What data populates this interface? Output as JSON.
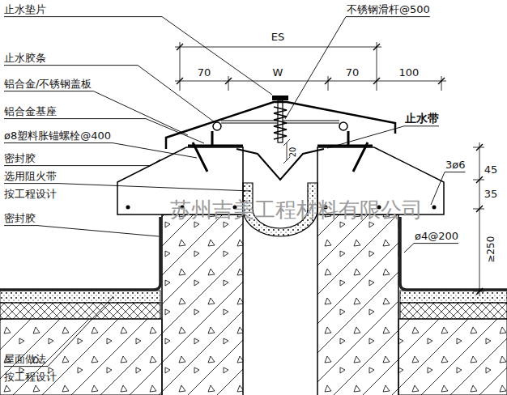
{
  "diagram": {
    "labels": [
      "止水垫片",
      "不锈钢滑杆@500",
      "ES",
      "70",
      "W",
      "70",
      "100",
      "止水胶条",
      "铝合金/不锈钢盖板",
      "止水带",
      "铝合金基座",
      "ø8塑料胀锚螺栓@400",
      "20",
      "密封胶",
      "选用阻火带",
      "按工程设计",
      "3ø6",
      "45",
      "35",
      "ø4@200",
      "≥250",
      "密封胶",
      "屋面做法",
      "按工程设计",
      "苏州吉美工程材料有限公司"
    ]
  }
}
